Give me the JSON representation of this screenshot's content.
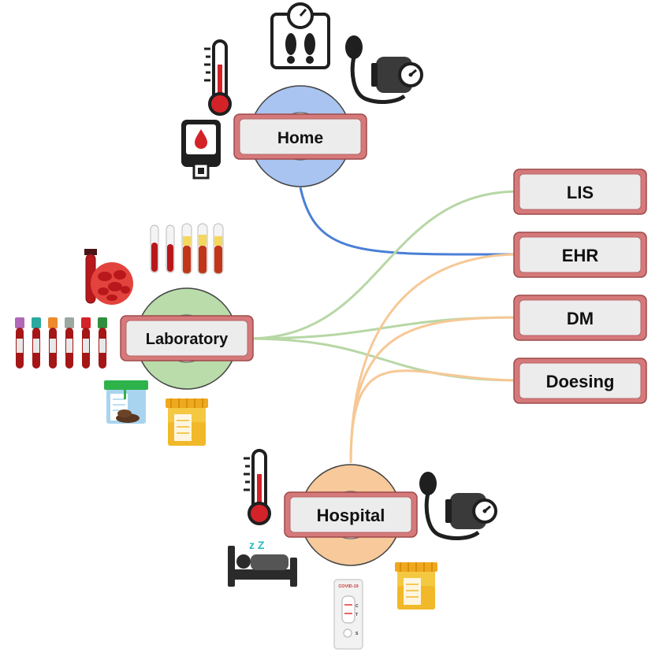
{
  "hubs": {
    "home": {
      "label": "Home",
      "color": "#a9c4f0"
    },
    "laboratory": {
      "label": "Laboratory",
      "color": "#b9dcaa"
    },
    "hospital": {
      "label": "Hospital",
      "color": "#f7c99b"
    }
  },
  "systems": {
    "lis": {
      "label": "LIS"
    },
    "ehr": {
      "label": "EHR"
    },
    "dm": {
      "label": "DM"
    },
    "doesing": {
      "label": "Doesing"
    }
  },
  "connections": [
    {
      "from": "home",
      "to": "ehr",
      "color": "#4a7fd6"
    },
    {
      "from": "laboratory",
      "to": "lis",
      "color": "#b7d7a5"
    },
    {
      "from": "laboratory",
      "to": "dm",
      "color": "#b7d7a5"
    },
    {
      "from": "laboratory",
      "to": "doesing",
      "color": "#b7d7a5"
    },
    {
      "from": "hospital",
      "to": "ehr",
      "color": "#f6c896"
    },
    {
      "from": "hospital",
      "to": "dm",
      "color": "#f6c896"
    },
    {
      "from": "hospital",
      "to": "doesing",
      "color": "#f6c896"
    }
  ],
  "colors": {
    "box_border": "#c96a6a",
    "box_fill": "#ececec",
    "icon_dark": "#1f1f1f",
    "blood_red": "#b8181c"
  },
  "icons": {
    "home": [
      "thermometer-icon",
      "bathroom-scale-icon",
      "blood-pressure-monitor-icon",
      "glucose-meter-icon"
    ],
    "laboratory": [
      "blood-tubes-icon",
      "blood-cells-icon",
      "vacutainer-tubes-icon",
      "stool-container-icon",
      "urine-container-icon"
    ],
    "hospital": [
      "thermometer-icon",
      "blood-pressure-monitor-icon",
      "hospital-bed-icon",
      "covid-test-icon",
      "urine-container-icon"
    ]
  },
  "covid_test": {
    "title": "COVID-19",
    "c": "C",
    "t": "T",
    "s": "S"
  },
  "sleep_text": "z Z"
}
